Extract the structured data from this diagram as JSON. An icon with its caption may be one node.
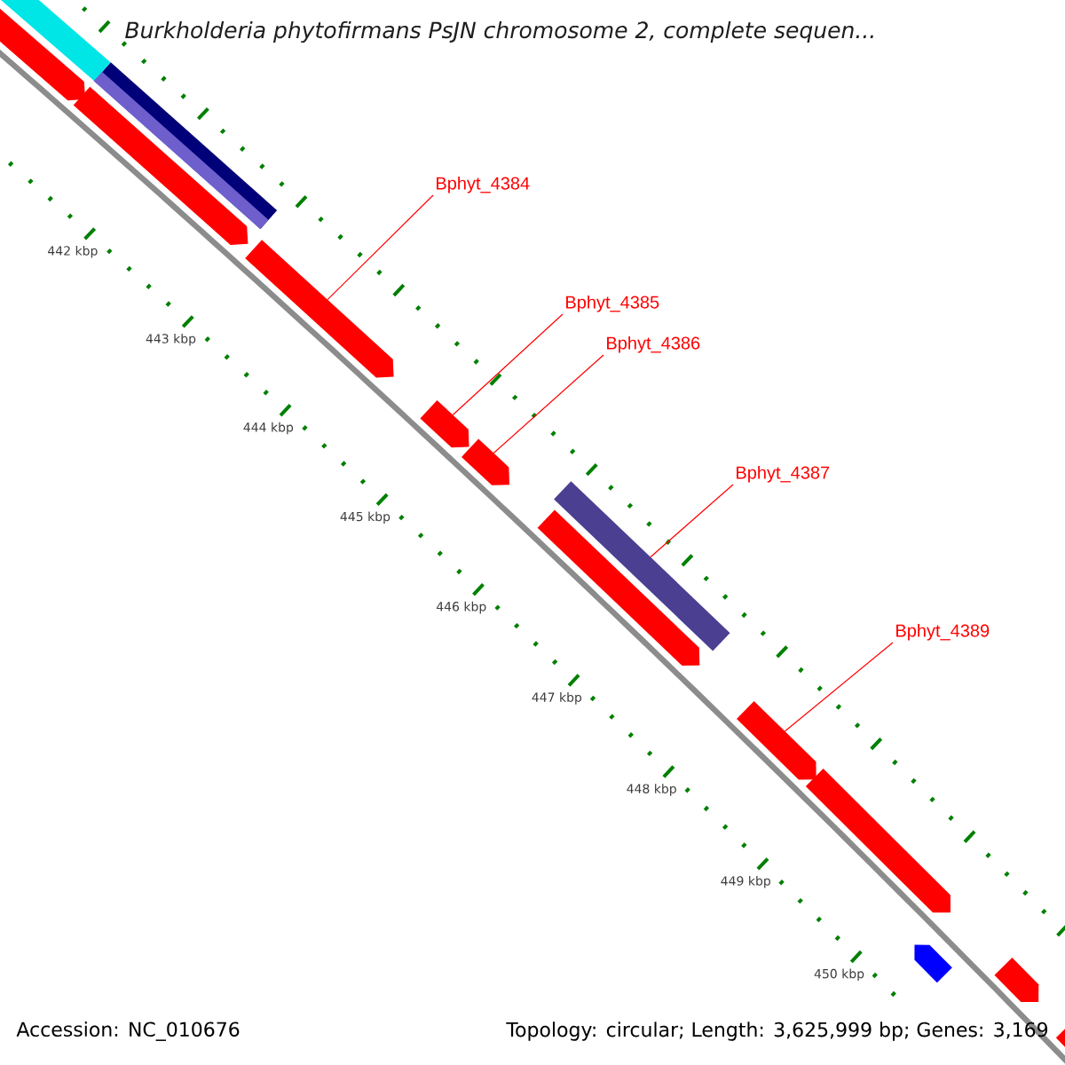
{
  "diagram": {
    "title": "Burkholderia phytofirmans PsJN chromosome 2, complete sequen...",
    "nodes": [
      {
        "text": [
          "Bphyt_4384"
        ]
      },
      {
        "text": [
          "Bphyt_4385"
        ]
      },
      {
        "text": [
          "Bphyt_4386"
        ]
      },
      {
        "text": [
          "Bphyt_4387"
        ]
      },
      {
        "text": [
          "Bphyt_4389"
        ]
      },
      {
        "text": [],
        "shape": "bar"
      },
      {
        "text": [],
        "shape": "bar"
      },
      {
        "text": [],
        "shape": "bar"
      },
      {
        "text": [],
        "shape": "bar"
      },
      {
        "text": [],
        "shape": "bar"
      },
      {
        "text": [],
        "shape": "bar"
      },
      {
        "text": [],
        "shape": "bar"
      },
      {
        "text": [],
        "shape": "bar"
      },
      {
        "text": [],
        "shape": "bar"
      },
      {
        "text": [],
        "shape": "bar"
      },
      {
        "text": [],
        "shape": "bar"
      },
      {
        "text": [],
        "shape": "bar"
      },
      {
        "text": [],
        "shape": "bar"
      },
      {
        "text": [],
        "shape": "bar"
      }
    ],
    "edges": [
      {
        "from": 0,
        "to": 9,
        "arrow": "none"
      },
      {
        "from": 1,
        "to": 10,
        "arrow": "none"
      },
      {
        "from": 2,
        "to": 11,
        "arrow": "none"
      },
      {
        "from": 3,
        "to": 12,
        "arrow": "none"
      },
      {
        "from": 4,
        "to": 14,
        "arrow": "none"
      }
    ],
    "labels": [
      "442 kbp",
      "443 kbp",
      "444 kbp",
      "445 kbp",
      "446 kbp",
      "447 kbp",
      "448 kbp",
      "449 kbp",
      "450 kbp",
      "Accession: NC_010676",
      "Topology: circular; Length: 3,625,999 bp; Genes: 3,169"
    ]
  }
}
